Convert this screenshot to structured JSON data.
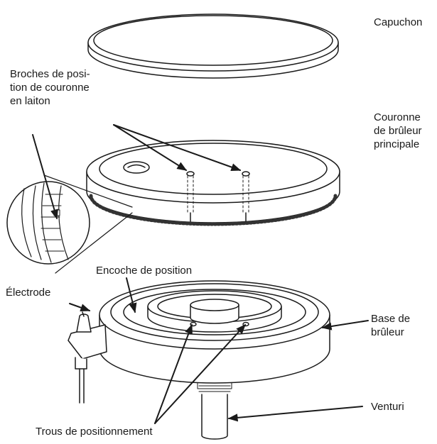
{
  "labels": {
    "capuchon": "Capuchon",
    "broches": [
      "Broches de posi-",
      "tion de couronne",
      "en laiton"
    ],
    "couronne": [
      "Couronne",
      "de brûleur",
      "principale"
    ],
    "encoche": "Encoche de position",
    "electrode": "Électrode",
    "base": [
      "Base de",
      "brûleur"
    ],
    "venturi": "Venturi",
    "trous": "Trous de positionnement"
  },
  "colors": {
    "line": "#1a1a1a",
    "fill": "#ffffff"
  }
}
